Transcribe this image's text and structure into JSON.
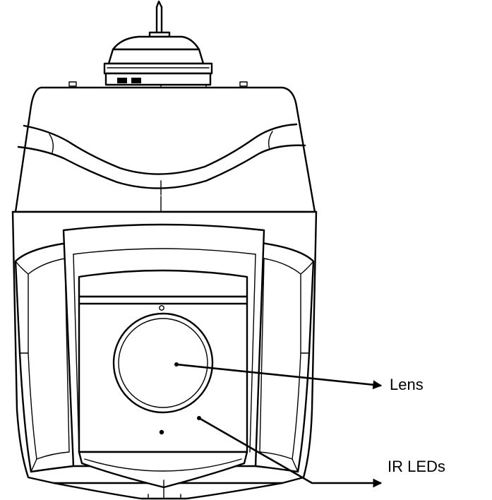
{
  "callouts": [
    {
      "id": "lens",
      "label": "Lens"
    },
    {
      "id": "ir-leds",
      "label": "IR LEDs"
    }
  ],
  "colors": {
    "line": "#000000",
    "background": "#ffffff"
  }
}
